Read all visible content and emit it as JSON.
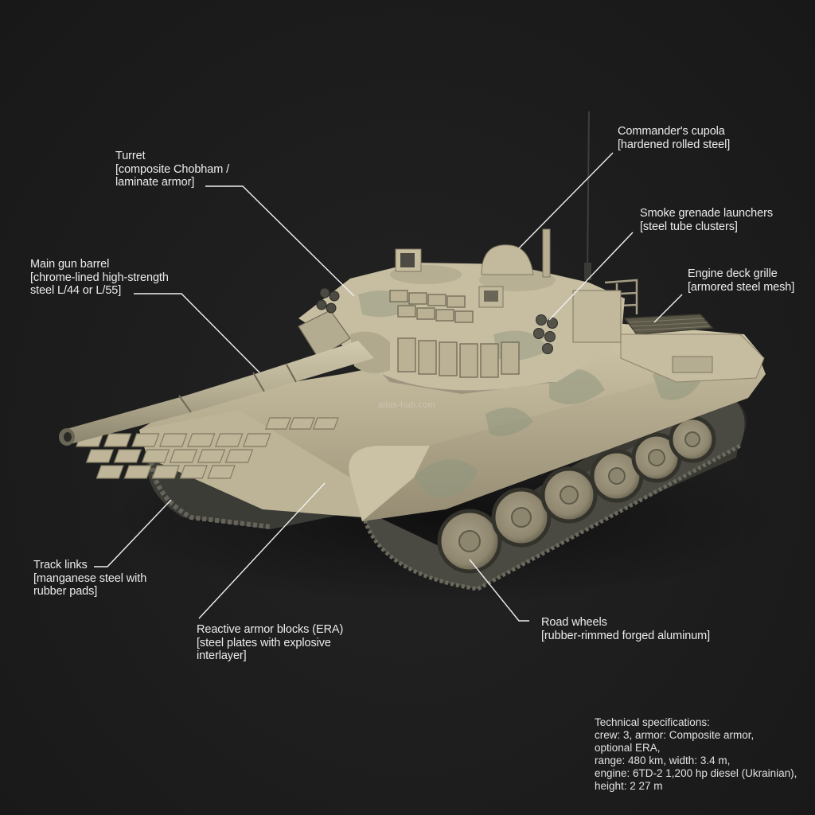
{
  "diagram": {
    "subject": "Main battle tank (T-72 family) with desert camouflage",
    "background_color": "#1e1e1e",
    "tank_base_color": "#c2b89a",
    "tank_camo_color": "#9aa088",
    "label_color": "#ececec",
    "callouts": [
      {
        "id": "turret",
        "title": "Turret",
        "detail_lines": [
          "[composite Chobham /",
          "laminate armor]"
        ]
      },
      {
        "id": "main-gun-barrel",
        "title": "Main gun barrel",
        "detail_lines": [
          "[chrome-lined high-strength",
          "steel L/44 or L/55]"
        ]
      },
      {
        "id": "commanders-cupola",
        "title": "Commander's cupola",
        "detail_lines": [
          "[hardened rolled steel]"
        ]
      },
      {
        "id": "smoke-grenade-launchers",
        "title": "Smoke grenade launchers",
        "detail_lines": [
          "[steel tube clusters]"
        ]
      },
      {
        "id": "engine-deck-grille",
        "title": "Engine deck grille",
        "detail_lines": [
          "[armored steel mesh]"
        ]
      },
      {
        "id": "track-links",
        "title": "Track links",
        "detail_lines": [
          "[manganese steel with",
          "rubber pads]"
        ]
      },
      {
        "id": "reactive-armor-blocks",
        "title": "Reactive armor blocks (ERA)",
        "detail_lines": [
          "[steel plates with explosive",
          "interlayer]"
        ]
      },
      {
        "id": "road-wheels",
        "title": "Road wheels",
        "detail_lines": [
          "[rubber-rimmed forged aluminum]"
        ]
      }
    ],
    "specifications": {
      "heading": "Technical specifications:",
      "lines": [
        "crew: 3, armor: Composite armor,",
        "optional ERA,",
        "range: 480 km, width: 3.4 m,",
        "engine: 6TD-2 1,200 hp diesel (Ukrainian),",
        "height: 2 27 m"
      ]
    },
    "watermark": "atlas-hub.com"
  }
}
